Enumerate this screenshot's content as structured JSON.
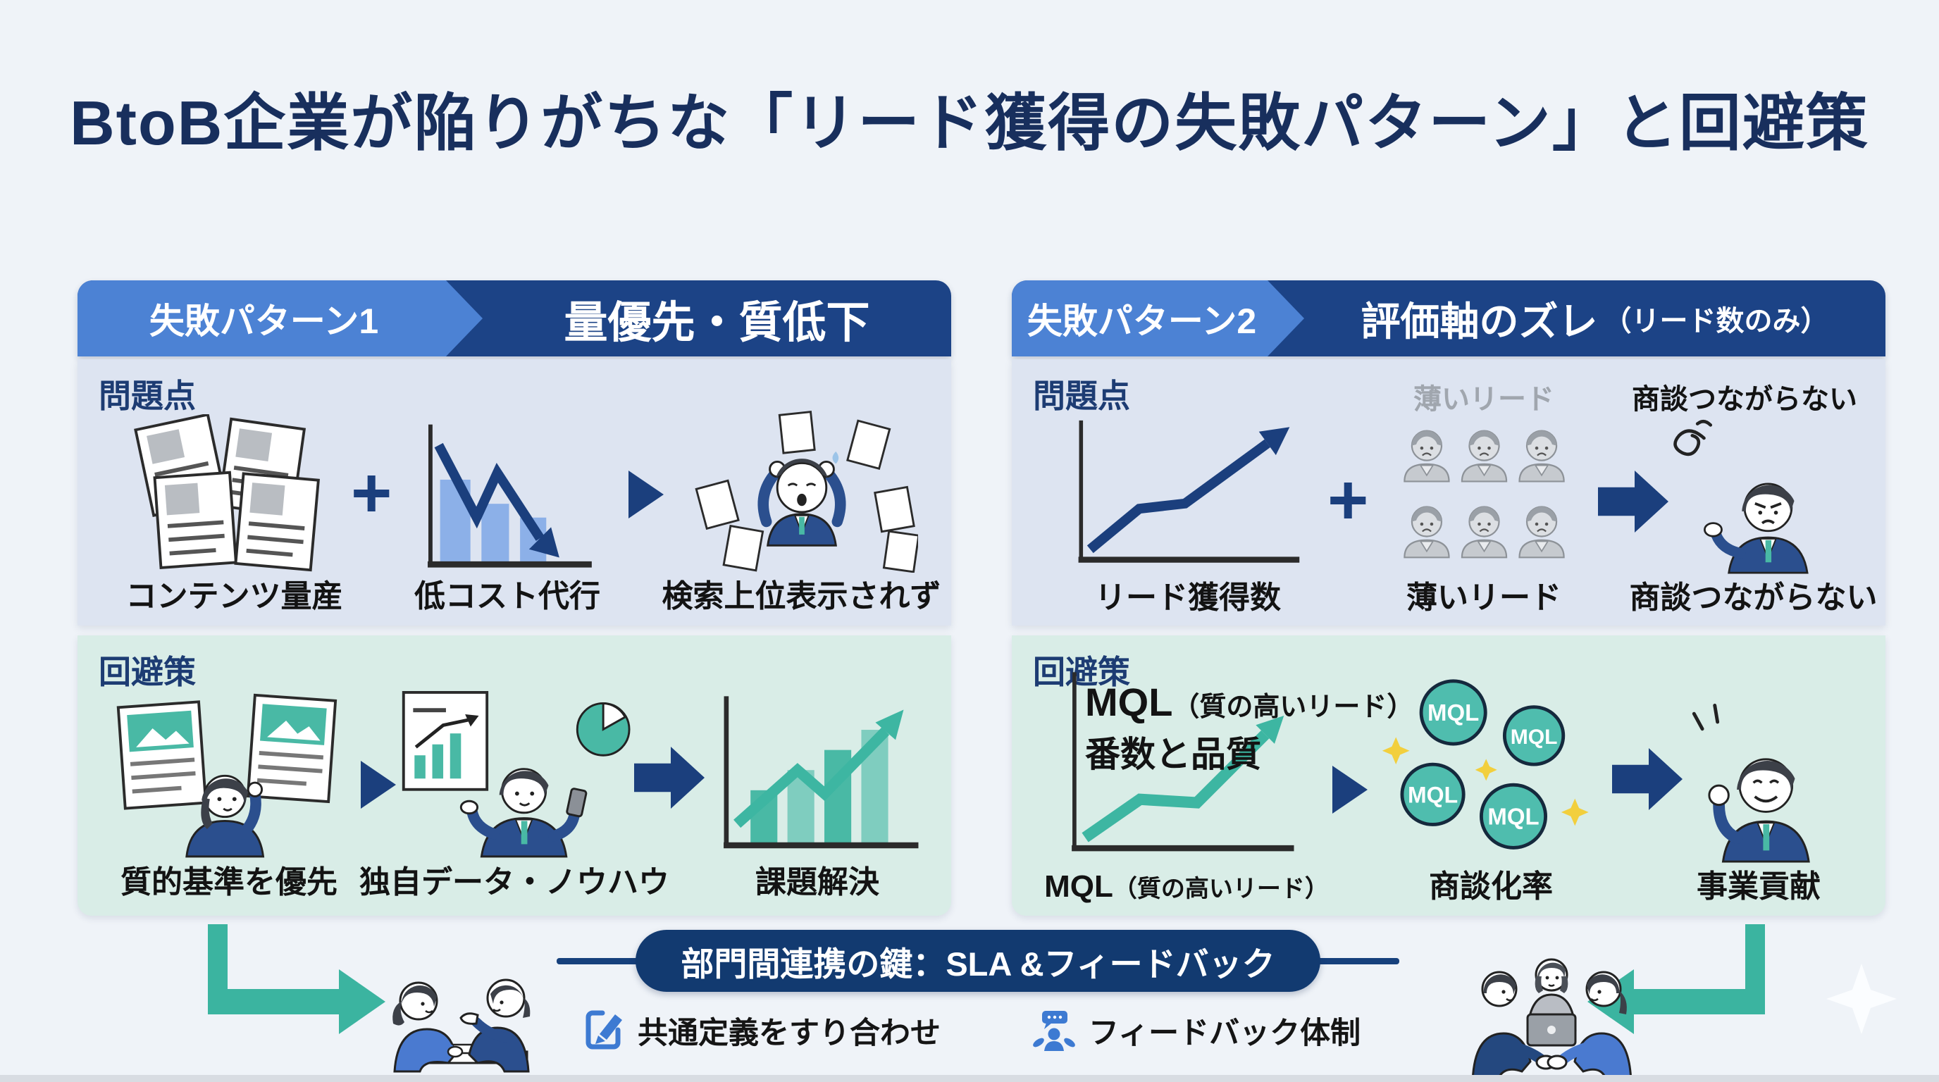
{
  "title": "BtoB企業が陥りがちな「リード獲得の失敗パターン」と回避策",
  "connectors": {
    "plus": "+"
  },
  "colors": {
    "background": "#eff3f8",
    "title_navy": "#182f5d",
    "header_navy": "#1c4386",
    "badge_blue": "#4c82d4",
    "problem_bg": "#dde4f1",
    "solution_bg": "#d9ede7",
    "teal_accent": "#3db6a2",
    "arrow_navy": "#1b3f7d",
    "banner_navy": "#123a70",
    "icon_blue": "#3d7ad2",
    "gray_label": "#a0a6ae",
    "sparkle_yellow": "#f2cf3d"
  },
  "icons": {
    "plus_connector": "+",
    "arrow_right": "triangle-right",
    "block_arrow": "thick-block-arrow-right",
    "elbow_arrow": "teal-bent-arrow",
    "edit": "pencil-square-icon",
    "feedback": "person-speech-bubble-icon",
    "sparkle": "four-point-star"
  },
  "panels": [
    {
      "badge": "失敗パターン1",
      "heading": "量優先・質低下",
      "problem": {
        "label": "問題点",
        "items": [
          {
            "label": "コンテンツ量産",
            "icon": "documents-stack"
          },
          {
            "label": "低コスト代行",
            "icon": "declining-bar-chart"
          },
          {
            "label": "検索上位表示されず",
            "icon": "stressed-man-flying-papers"
          }
        ]
      },
      "solution": {
        "label": "回避策",
        "items": [
          {
            "label": "質的基準を優先",
            "icon": "woman-with-content-cards"
          },
          {
            "label": "独自データ・ノウハウ",
            "icon": "man-with-data-chart-pie"
          },
          {
            "label": "課題解決",
            "icon": "growth-bar-chart"
          }
        ]
      }
    },
    {
      "badge": "失敗パターン2",
      "heading": "評価軸のズレ",
      "heading_note": "（リード数のみ）",
      "problem": {
        "label": "問題点",
        "items": [
          {
            "label": "リード獲得数",
            "icon": "rising-line-chart"
          },
          {
            "label": "薄いリード",
            "top_label": "薄いリード",
            "icon": "gray-people-grid"
          },
          {
            "label": "商談つながらない",
            "top_label": "商談つながらない",
            "icon": "frustrated-man"
          }
        ]
      },
      "solution": {
        "label": "回避策",
        "chart_label_main": "MQL",
        "chart_label_note": "（質の高いリード）",
        "chart_label_line2": "番数と品質",
        "mql_badge": "MQL",
        "items": [
          {
            "label_main": "MQL",
            "label_note": "（質の高いリード）",
            "icon": "teal-rising-arrow-chart"
          },
          {
            "label": "商談化率",
            "icon": "mql-circles-sparkles"
          },
          {
            "label": "事業貢献",
            "icon": "happy-man-fist"
          }
        ]
      }
    }
  ],
  "footer": {
    "banner": "部門間連携の鍵：SLA &フィードバック",
    "items": [
      {
        "label": "共通定義をすり合わせ",
        "icon": "edit-document-icon"
      },
      {
        "label": "フィードバック体制",
        "icon": "feedback-person-icon"
      }
    ]
  }
}
